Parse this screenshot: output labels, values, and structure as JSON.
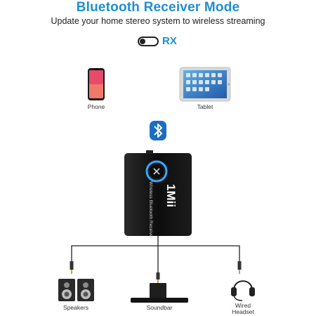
{
  "header": {
    "title": "Bluetooth Receiver Mode",
    "subtitle": "Update your home stereo system to wireless streaming"
  },
  "mode_switch": {
    "label": "RX"
  },
  "sources": [
    {
      "label": "Phone",
      "icon": "smartphone-icon"
    },
    {
      "label": "Tablet",
      "icon": "tablet-icon"
    }
  ],
  "device": {
    "brand": "1Mii",
    "product_text": "Wireless Bluetooth Receiver",
    "icon": "bluetooth-icon"
  },
  "outputs": [
    {
      "label": "Speakers",
      "icon": "speakers-icon"
    },
    {
      "label": "Soundbar",
      "icon": "soundbar-icon"
    },
    {
      "label_line1": "Wired",
      "label_line2": "Headset",
      "icon": "headset-icon"
    }
  ],
  "colors": {
    "accent": "#1e8fd3",
    "device_body": "#111111",
    "ring": "#3aa6ff"
  }
}
